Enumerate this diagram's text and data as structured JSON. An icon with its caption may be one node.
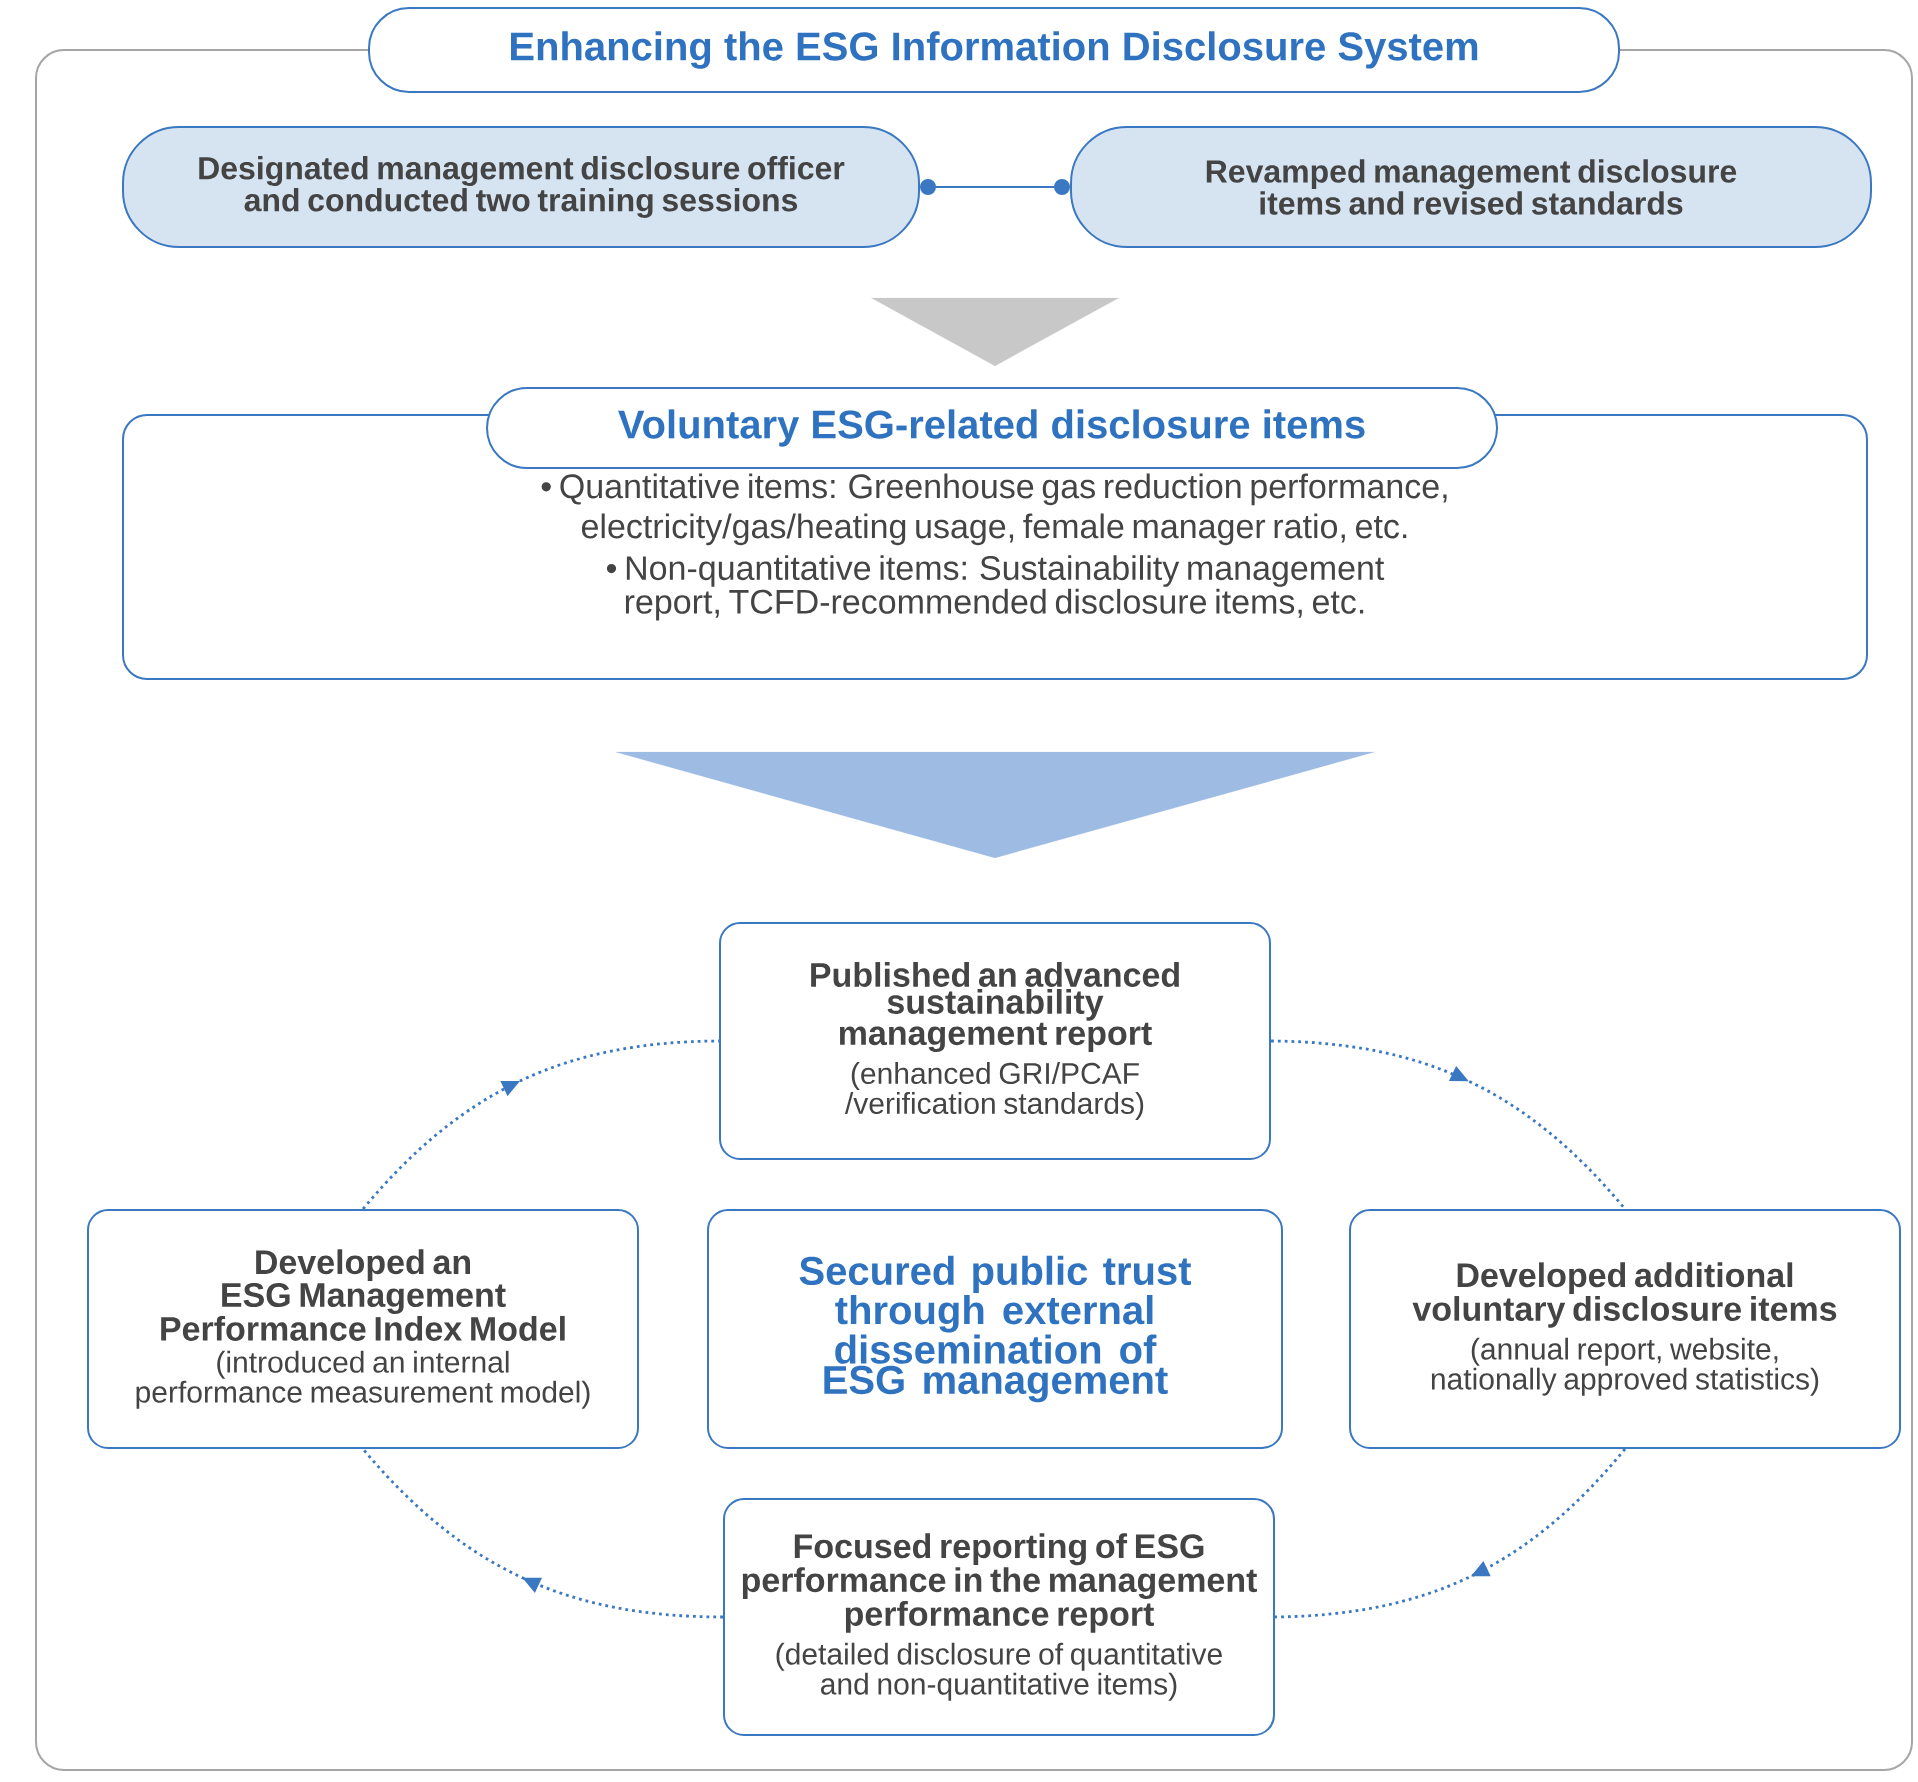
{
  "diagram": {
    "nodes": [
      {
        "text": [
          "Enhancing the ESG Information Disclosure System"
        ]
      },
      {
        "text": [
          "Designated management disclosure officer and conducted two training sessions"
        ],
        "in": 0
      },
      {
        "text": [
          "Revamped management disclosure items and revised standards"
        ],
        "in": 0
      },
      {
        "text": [
          "Voluntary ESG-related disclosure items",
          "• Quantitative items: Greenhouse gas reduction performance, electricity/gas/heating usage, female manager ratio, etc.",
          "• Non-quantitative items: Sustainability management report, TCFD-recommended disclosure items, etc."
        ],
        "in": 0
      },
      {
        "text": [
          "Published an advanced sustainability management report",
          "(enhanced GRI/PCAF /verification standards)"
        ],
        "in": 0
      },
      {
        "text": [
          "Developed additional voluntary disclosure items",
          "(annual report, website, nationally approved statistics)"
        ],
        "in": 0
      },
      {
        "text": [
          "Focused reporting of ESG performance in the management performance report",
          "(detailed disclosure of quantitative and non-quantitative items)"
        ],
        "in": 0
      },
      {
        "text": [
          "Developed an ESG Management Performance Index Model",
          "(introduced an internal performance measurement model)"
        ],
        "in": 0
      },
      {
        "text": [
          "Secured public trust through external dissemination of ESG management"
        ],
        "in": 0
      }
    ],
    "edges": [
      {
        "from": 1,
        "to": 2,
        "arrow": "other"
      },
      {
        "from": null,
        "to": 3,
        "arrow": "to",
        "color": "#c8c8c8"
      },
      {
        "from": 3,
        "to": 4,
        "arrow": "to",
        "color": "#9dbbe3"
      },
      {
        "from": 4,
        "to": 5,
        "arrow": "to",
        "style": "dashed"
      },
      {
        "from": 5,
        "to": 6,
        "arrow": "to",
        "style": "dashed"
      },
      {
        "from": 6,
        "to": 7,
        "arrow": "to",
        "style": "dashed"
      },
      {
        "from": 7,
        "to": 4,
        "arrow": "to",
        "style": "dashed"
      }
    ]
  }
}
